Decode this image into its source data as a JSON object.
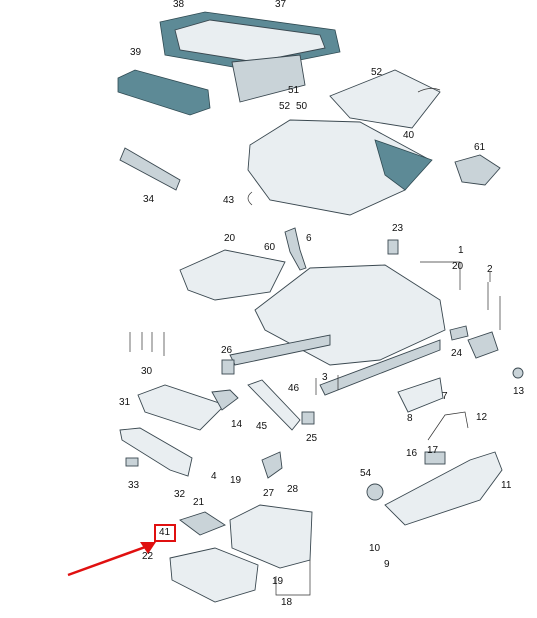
{
  "labels": [
    "38",
    "37",
    "39",
    "51",
    "52",
    "50",
    "52",
    "40",
    "61",
    "34",
    "43",
    "23",
    "20",
    "60",
    "6",
    "1",
    "20",
    "2",
    "26",
    "24",
    "30",
    "3",
    "46",
    "7",
    "13",
    "31",
    "14",
    "45",
    "25",
    "8",
    "12",
    "33",
    "32",
    "4",
    "19",
    "28",
    "27",
    "21",
    "17",
    "16",
    "54",
    "11",
    "41",
    "22",
    "10",
    "9",
    "19",
    "18"
  ],
  "highlight": {
    "label": "41",
    "color": "#e01010"
  }
}
